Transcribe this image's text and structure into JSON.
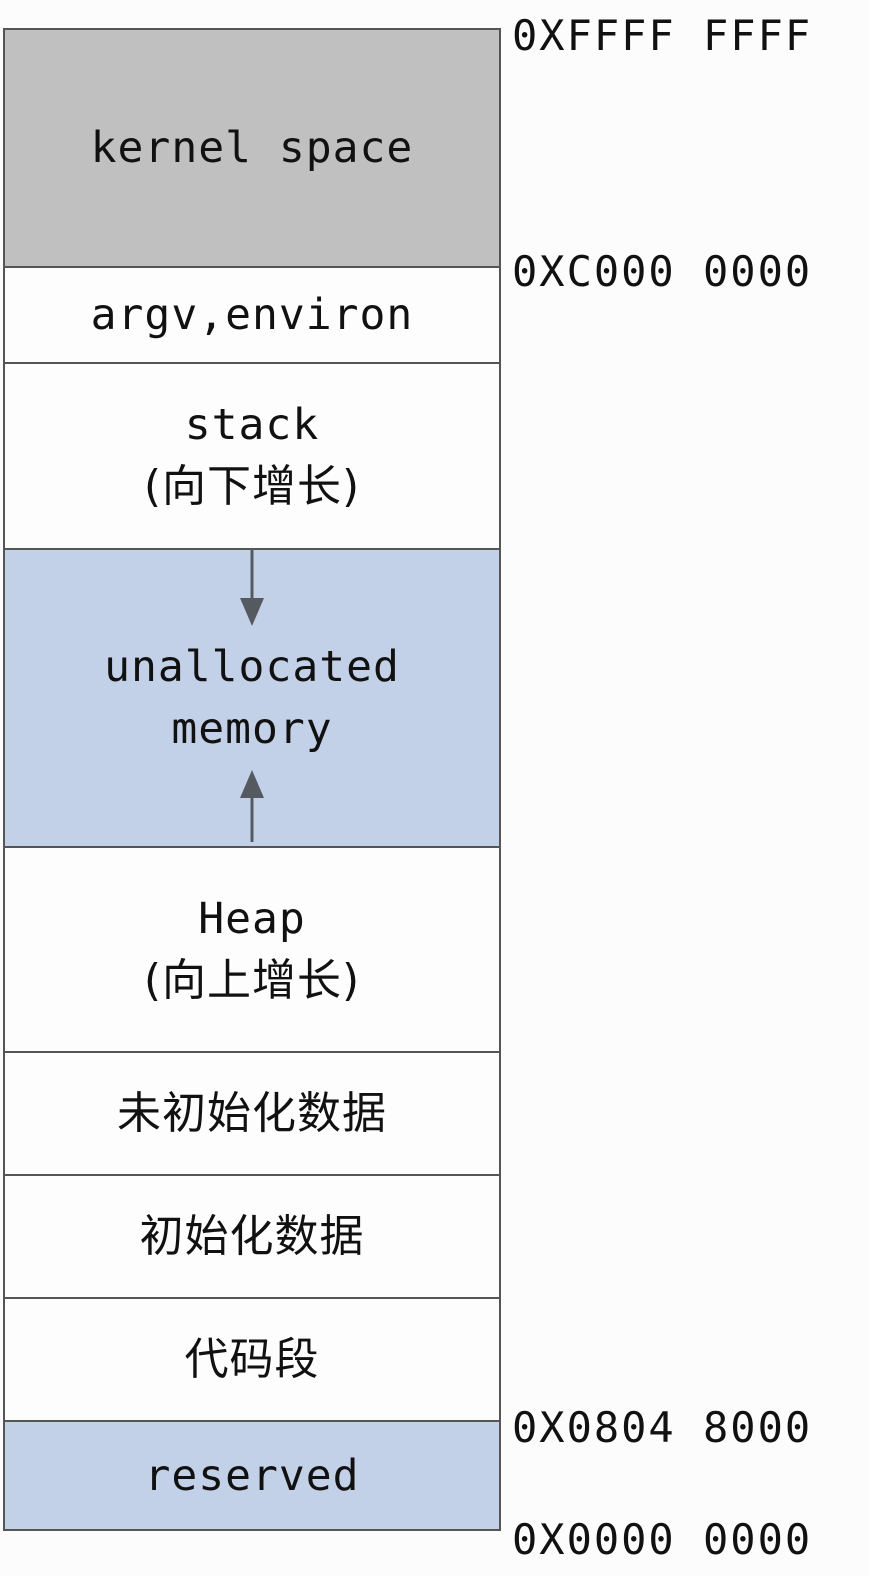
{
  "segments": [
    {
      "id": "kernel",
      "lines": [
        "kernel space"
      ],
      "color": "#c0c0c0"
    },
    {
      "id": "argv",
      "lines": [
        "argv,environ"
      ],
      "color": "#fdfdfd"
    },
    {
      "id": "stack",
      "lines": [
        "stack",
        "(向下增长)"
      ],
      "color": "#fdfdfd"
    },
    {
      "id": "unallocated",
      "lines": [
        "unallocated",
        "memory"
      ],
      "color": "#c3d1e8"
    },
    {
      "id": "heap",
      "lines": [
        "Heap",
        "(向上增长)"
      ],
      "color": "#fdfdfd"
    },
    {
      "id": "bss",
      "lines": [
        "未初始化数据"
      ],
      "color": "#fdfdfd"
    },
    {
      "id": "data",
      "lines": [
        "初始化数据"
      ],
      "color": "#fdfdfd"
    },
    {
      "id": "text",
      "lines": [
        "代码段"
      ],
      "color": "#fdfdfd"
    },
    {
      "id": "reserved",
      "lines": [
        "reserved"
      ],
      "color": "#c3d1e8"
    }
  ],
  "addresses": {
    "top": "0XFFFF FFFF",
    "kernel_start": "0XC000 0000",
    "text_start": "0X0804 8000",
    "bottom": "0X0000 0000"
  },
  "arrows": {
    "stack_growth": "down",
    "heap_growth": "up",
    "color": "#555a60"
  }
}
